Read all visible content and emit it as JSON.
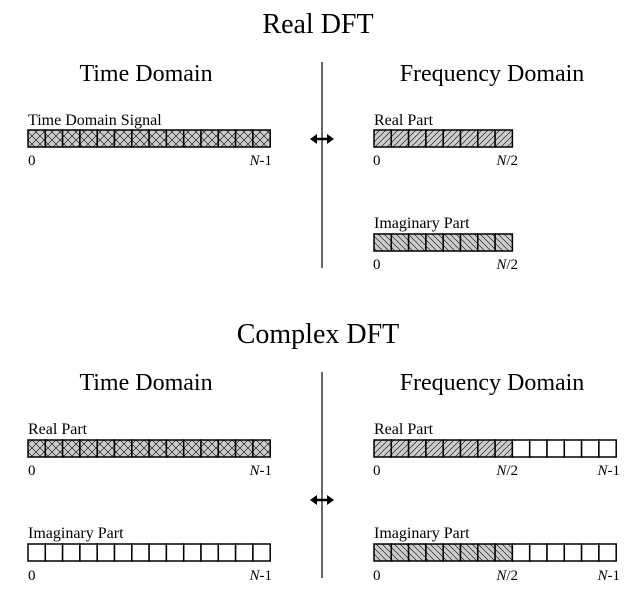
{
  "real_dft": {
    "title": "Real DFT",
    "time_heading": "Time Domain",
    "freq_heading": "Frequency Domain",
    "time_signal": {
      "label": "Time Domain Signal",
      "start": "0",
      "end_prefix": "N",
      "end_suffix": "-1"
    },
    "freq_real": {
      "label": "Real Part",
      "start": "0",
      "end_prefix": "N",
      "end_suffix": "/2"
    },
    "freq_imag": {
      "label": "Imaginary Part",
      "start": "0",
      "end_prefix": "N",
      "end_suffix": "/2"
    }
  },
  "complex_dft": {
    "title": "Complex DFT",
    "time_heading": "Time Domain",
    "freq_heading": "Frequency Domain",
    "time_real": {
      "label": "Real Part",
      "start": "0",
      "end_prefix": "N",
      "end_suffix": "-1"
    },
    "time_imag": {
      "label": "Imaginary Part",
      "start": "0",
      "end_prefix": "N",
      "end_suffix": "-1"
    },
    "freq_real": {
      "label": "Real Part",
      "start": "0",
      "mid_prefix": "N",
      "mid_suffix": "/2",
      "end_prefix": "N",
      "end_suffix": "-1"
    },
    "freq_imag": {
      "label": "Imaginary Part",
      "start": "0",
      "mid_prefix": "N",
      "mid_suffix": "/2",
      "end_prefix": "N",
      "end_suffix": "-1"
    }
  },
  "colors": {
    "fill": "#cccccc",
    "stroke": "#000000",
    "background": "#ffffff"
  }
}
